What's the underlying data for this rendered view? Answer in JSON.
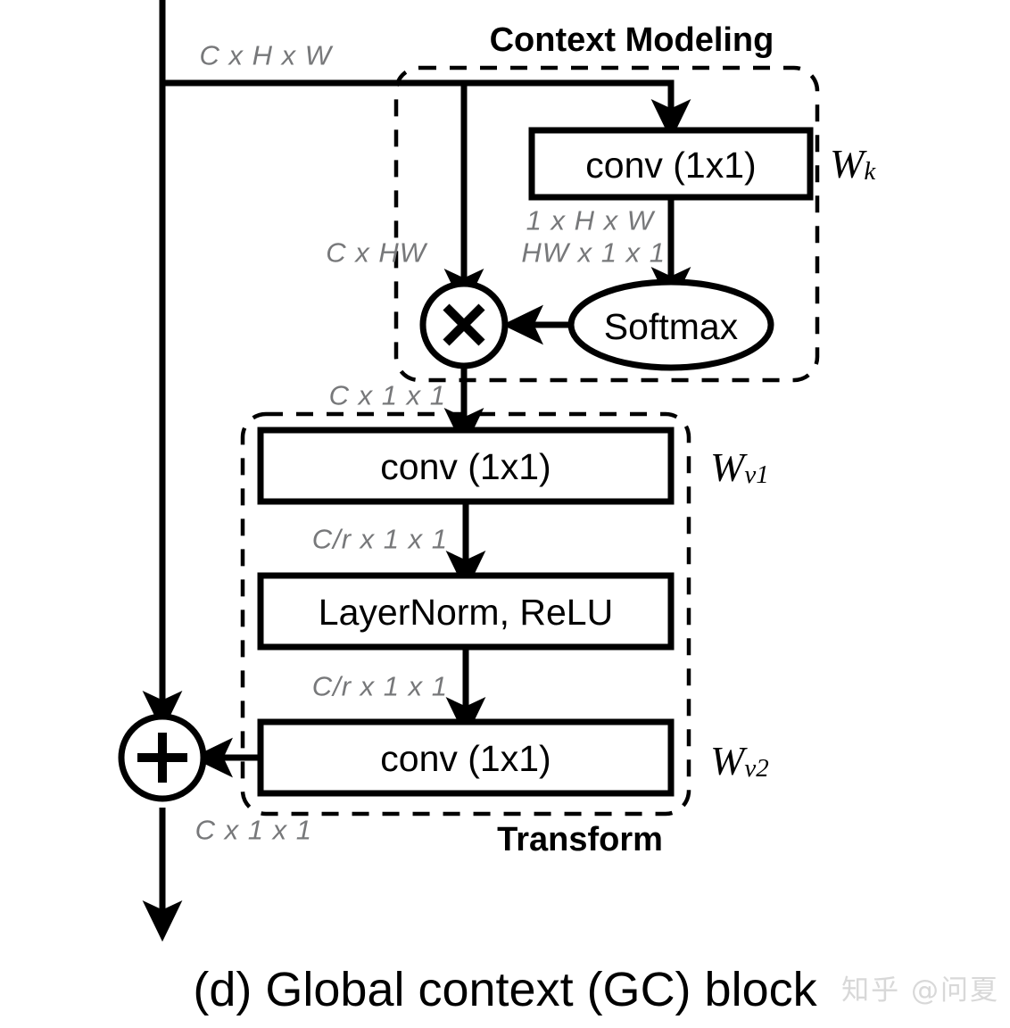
{
  "figure": {
    "caption": "(d) Global context (GC) block",
    "watermark": "知乎 @问夏"
  },
  "groups": {
    "context_modeling": {
      "title": "Context Modeling",
      "weight_label": "W",
      "weight_sub": "k"
    },
    "transform": {
      "title": "Transform",
      "weight_label_1": "W",
      "weight_sub_1": "v1",
      "weight_label_2": "W",
      "weight_sub_2": "v2"
    }
  },
  "nodes": {
    "conv_k": "conv (1x1)",
    "softmax": "Softmax",
    "multiply": "×",
    "conv_v1": "conv (1x1)",
    "layernorm_relu": "LayerNorm, ReLU",
    "conv_v2": "conv (1x1)",
    "add": "+"
  },
  "dims": {
    "input": "C x H x W",
    "identity_branch": "C x HW",
    "conv_k_out_1": "1 x H x W",
    "conv_k_out_2": "HW x 1 x 1",
    "context_out": "C x 1 x 1",
    "conv_v1_out": "C/r x 1 x 1",
    "ln_relu_out": "C/r x 1 x 1",
    "output": "C x 1 x 1"
  },
  "colors": {
    "line": "#000000",
    "dim_text": "#77787a",
    "box_fill": "#ffffff",
    "watermark": "#d8d8d8"
  }
}
